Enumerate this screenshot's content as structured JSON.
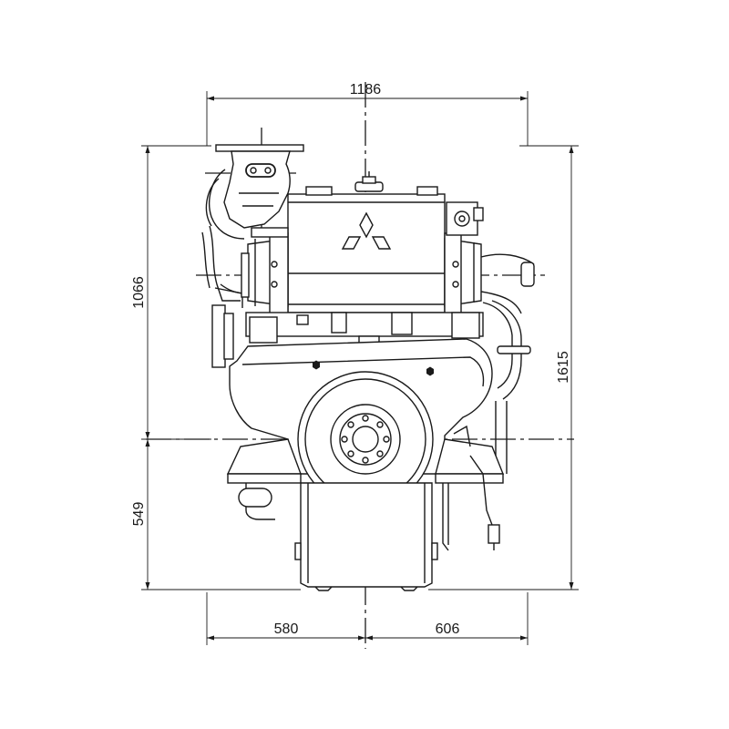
{
  "dimensions": {
    "overall_width": "1186",
    "overall_height": "1615",
    "upper_height": "1066",
    "lower_height": "549",
    "left_width": "580",
    "right_width": "606"
  }
}
